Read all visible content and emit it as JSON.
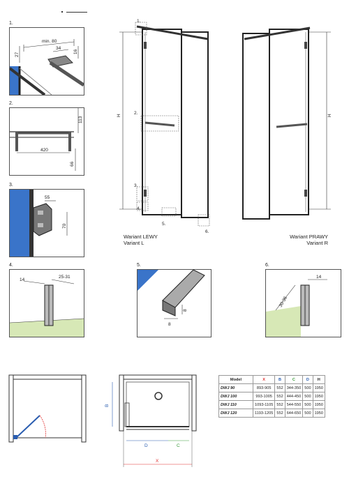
{
  "details": {
    "d1": {
      "label": "1.",
      "dims": [
        "min. 80",
        "34",
        "16",
        "27"
      ]
    },
    "d2": {
      "label": "2.",
      "dims": [
        "420",
        "113",
        "66"
      ]
    },
    "d3": {
      "label": "3.",
      "dims": [
        "55",
        "70"
      ]
    },
    "d4": {
      "label": "4.",
      "dims": [
        "14",
        "25-31"
      ]
    },
    "d5": {
      "label": "5.",
      "dims": [
        "8",
        "8"
      ]
    },
    "d6": {
      "label": "6.",
      "dims": [
        "14",
        "30-36"
      ]
    }
  },
  "elevation": {
    "h_label": "H",
    "callouts": [
      "1.",
      "2.",
      "3.",
      "4.",
      "5.",
      "6."
    ]
  },
  "variants": {
    "left": {
      "line1": "Wariant LEWY",
      "line2": "Variant L"
    },
    "right": {
      "line1": "Wariant PRAWY",
      "line2": "Variant R"
    }
  },
  "plan": {
    "labels": {
      "b": "B",
      "d": "D",
      "c": "C",
      "x": "X"
    }
  },
  "colors": {
    "x": "#e03030",
    "b": "#2a5db0",
    "c": "#3a9a3a",
    "d": "#2a5db0",
    "glass": "#3a74c9",
    "floor": "#d7e8b6"
  },
  "table": {
    "headers": [
      "Model",
      "X",
      "B",
      "C",
      "D",
      "H"
    ],
    "rows": [
      [
        "DWJ 90",
        "893-905",
        "552",
        "344-350",
        "500",
        "1950"
      ],
      [
        "DWJ 100",
        "993-1005",
        "552",
        "444-450",
        "500",
        "1950"
      ],
      [
        "DWJ 110",
        "1093-1105",
        "552",
        "544-550",
        "500",
        "1950"
      ],
      [
        "DWJ 120",
        "1193-1205",
        "552",
        "644-650",
        "500",
        "1950"
      ]
    ]
  }
}
